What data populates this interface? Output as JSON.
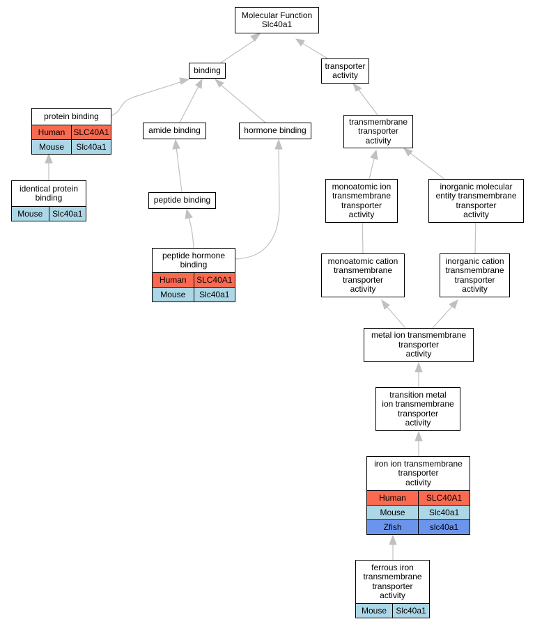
{
  "colors": {
    "human": "#fa6a50",
    "mouse": "#acd7e6",
    "zfish": "#6b95ed",
    "edge": "#c0c0c0"
  },
  "nodes": {
    "mf": {
      "label": "Molecular Function\nSlc40a1",
      "rows": []
    },
    "binding": {
      "label": "binding",
      "rows": []
    },
    "transporter": {
      "label": "transporter\nactivity",
      "rows": []
    },
    "protein_binding": {
      "label": "protein binding",
      "rows": [
        {
          "species": "Human",
          "gene": "SLC40A1"
        },
        {
          "species": "Mouse",
          "gene": "Slc40a1"
        }
      ]
    },
    "amide_binding": {
      "label": "amide binding",
      "rows": []
    },
    "hormone_binding": {
      "label": "hormone binding",
      "rows": []
    },
    "tm_transporter": {
      "label": "transmembrane\ntransporter\nactivity",
      "rows": []
    },
    "identical_protein": {
      "label": "identical protein\nbinding",
      "rows": [
        {
          "species": "Mouse",
          "gene": "Slc40a1"
        }
      ]
    },
    "peptide_binding": {
      "label": "peptide binding",
      "rows": []
    },
    "monoatomic_ion": {
      "label": "monoatomic ion\ntransmembrane\ntransporter\nactivity",
      "rows": []
    },
    "inorganic_molecular": {
      "label": "inorganic molecular\nentity transmembrane\ntransporter\nactivity",
      "rows": []
    },
    "peptide_hormone": {
      "label": "peptide hormone\nbinding",
      "rows": [
        {
          "species": "Human",
          "gene": "SLC40A1"
        },
        {
          "species": "Mouse",
          "gene": "Slc40a1"
        }
      ]
    },
    "monoatomic_cation": {
      "label": "monoatomic cation\ntransmembrane\ntransporter\nactivity",
      "rows": []
    },
    "inorganic_cation": {
      "label": "inorganic cation\ntransmembrane\ntransporter\nactivity",
      "rows": []
    },
    "metal_ion": {
      "label": "metal ion transmembrane\ntransporter\nactivity",
      "rows": []
    },
    "transition_metal": {
      "label": "transition metal\nion transmembrane\ntransporter\nactivity",
      "rows": []
    },
    "iron_ion": {
      "label": "iron ion transmembrane\ntransporter\nactivity",
      "rows": [
        {
          "species": "Human",
          "gene": "SLC40A1"
        },
        {
          "species": "Mouse",
          "gene": "Slc40a1"
        },
        {
          "species": "Zfish",
          "gene": "slc40a1"
        }
      ]
    },
    "ferrous_iron": {
      "label": "ferrous iron\ntransmembrane\ntransporter\nactivity",
      "rows": [
        {
          "species": "Mouse",
          "gene": "Slc40a1"
        }
      ]
    }
  }
}
